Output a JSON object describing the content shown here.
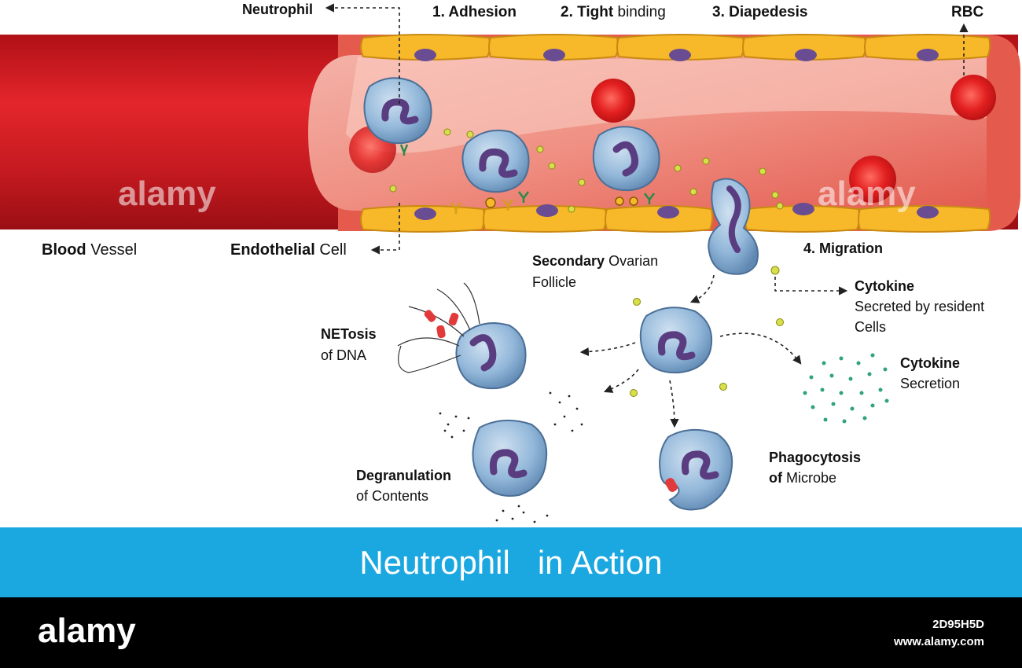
{
  "labels": {
    "neutrophil_top": "Neutrophil",
    "step1": "1. Adhesion",
    "step2_bold": "2. Tight",
    "step2_rest": "binding",
    "step3": "3. Diapedesis",
    "rbc": "RBC",
    "blood_bold": "Blood",
    "blood_rest": "Vessel",
    "endo_bold": "Endothelial",
    "endo_rest": "Cell",
    "secondary_bold": "Secondary",
    "secondary_rest": "Ovarian",
    "follicle": "Follicle",
    "step4": "4. Migration",
    "cytokine1": "Cytokine",
    "secreted_line1": "Secreted by resident",
    "secreted_line2": "Cells",
    "netosis_bold": "NETosis",
    "netosis_rest": "of DNA",
    "cytokine2": "Cytokine",
    "secretion": "Secretion",
    "phago_bold": "Phagocytosis",
    "phago_of": "of",
    "phago_rest": "Microbe",
    "degran_bold": "Degranulation",
    "degran_rest": "of Contents"
  },
  "banner": {
    "title": "Neutrophil   in Action"
  },
  "footer": {
    "logo": "alamy",
    "image_id": "2D95H5D",
    "site": "www.alamy.com"
  },
  "watermark": "alamy",
  "colors": {
    "vessel": "#d8191f",
    "endothelium": "#f7b82a",
    "nucleus": "#6a4c93",
    "cell": "#8eb3d6",
    "banner": "#1ba7df",
    "cytokine": "#d7e04a",
    "secretion": "#2fa37a"
  }
}
